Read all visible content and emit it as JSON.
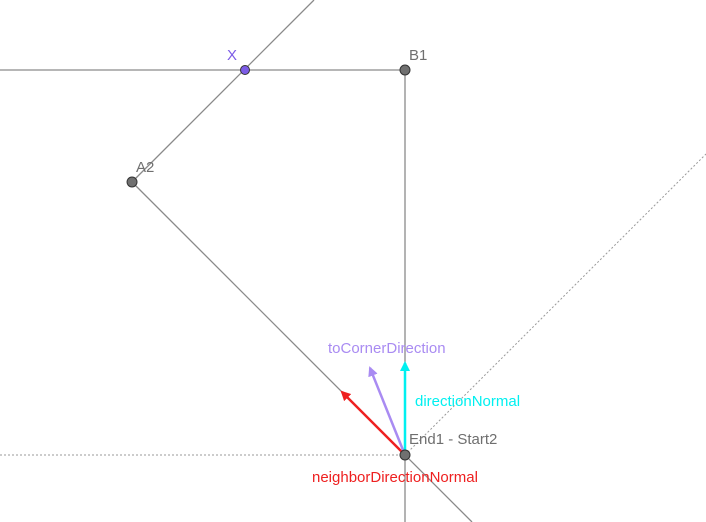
{
  "colors": {
    "segment": "#8a8a8a",
    "point": "#707070",
    "point_x": "#7c5ce6",
    "label_gray": "#6f6f6f",
    "dotted": "#9a9a9a",
    "to_corner": "#a98bf2",
    "direction_normal": "#00f0f0",
    "neighbor_normal": "#ee2020"
  },
  "points": {
    "x": "X",
    "b1": "B1",
    "a2": "A2",
    "end1": "End1 - Start2"
  },
  "vectors": {
    "to_corner": "toCornerDirection",
    "direction_normal": "directionNormal",
    "neighbor_normal": "neighborDirectionNormal"
  }
}
